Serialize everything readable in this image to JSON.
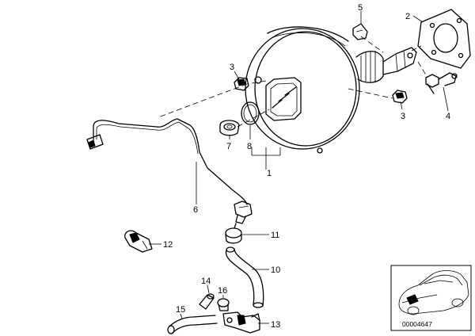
{
  "callouts": {
    "c1": "1",
    "c2": "2",
    "c3a": "3",
    "c3b": "3",
    "c4": "4",
    "c5": "5",
    "c6": "6",
    "c7": "7",
    "c8": "8",
    "c10": "10",
    "c11": "11",
    "c12": "12",
    "c13": "13",
    "c14": "14",
    "c15": "15",
    "c16": "16"
  },
  "inset": {
    "document_number": "00004647"
  }
}
